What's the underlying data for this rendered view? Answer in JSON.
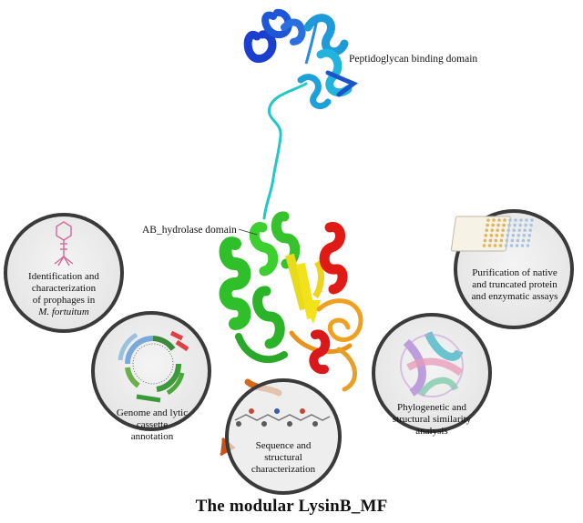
{
  "title": "The modular LysinB_MF",
  "domains": {
    "binding": "Peptidoglycan binding domain",
    "hydrolase": "AB_hydrolase domain"
  },
  "steps": [
    {
      "line1": "Identification and",
      "line2": "characterization",
      "line3": "of prophages in",
      "line4": "M. fortuitum"
    },
    {
      "line1": "Genome and lytic",
      "line2": "cassette",
      "line3": "annotation"
    },
    {
      "line1": "Sequence and",
      "line2": "structural",
      "line3": "characterization"
    },
    {
      "line1": "Phylogenetic and",
      "line2": "structural similarity",
      "line3": "analysis"
    },
    {
      "line1": "Purification of native",
      "line2": "and truncated protein",
      "line3": "and enzymatic assays"
    }
  ],
  "colors": {
    "circle_fill": "#ebebeb",
    "circle_stroke": "#3a3a3a",
    "binding_blue": "#1a3fd0",
    "binding_cyan": "#1fa8d8",
    "linker": "#22c8c8",
    "green": "#2fbf2a",
    "yellow": "#f2e21a",
    "orange": "#f0a020",
    "red": "#e01a14"
  }
}
